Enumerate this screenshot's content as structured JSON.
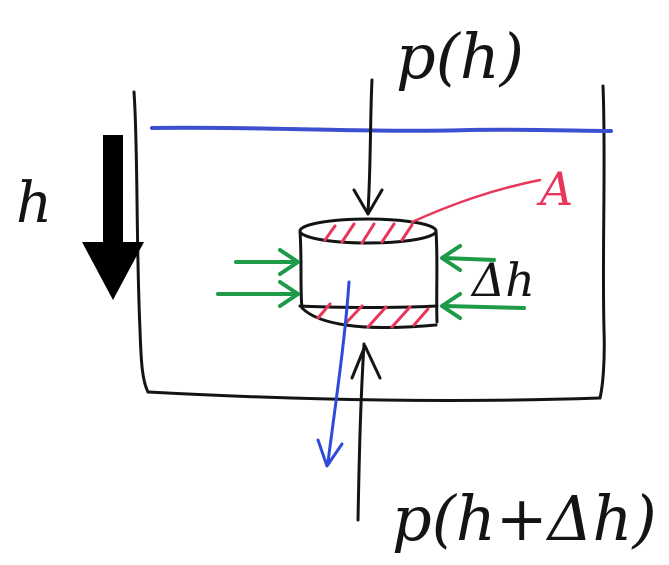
{
  "labels": {
    "p_h": "p(h)",
    "p_h_dh": "p(h+Δh)",
    "area": "A",
    "delta_h": "Δh",
    "depth": "h"
  },
  "colors": {
    "ink": "#141414",
    "water": "#3c4fd1",
    "area_hatch": "#e8365a",
    "side_arrow": "#1f9a48",
    "weight_arrow": "#2f4ad8"
  }
}
